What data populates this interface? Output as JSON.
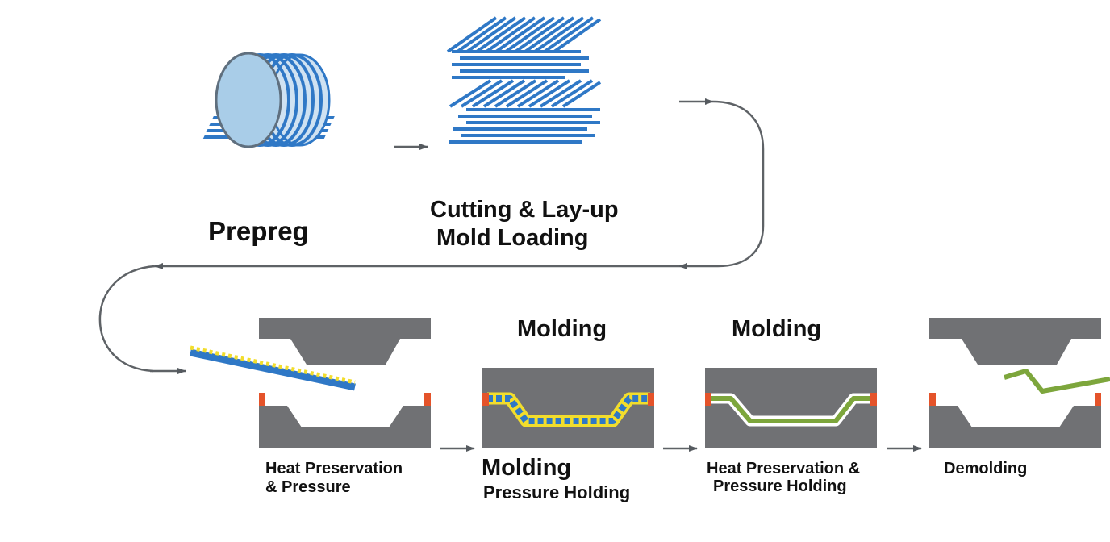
{
  "labels": {
    "prepreg": "Prepreg",
    "cutting_line1": "Cutting & Lay-up",
    "cutting_line2": "Mold Loading",
    "molding_top_1": "Molding",
    "molding_top_2": "Molding",
    "heat_line1": "Heat Preservation",
    "heat_line2": "& Pressure",
    "molding_bottom": "Molding",
    "pressure_holding": "Pressure Holding",
    "heat_hold_line1": "Heat Preservation &",
    "heat_hold_line2": "Pressure Holding",
    "demolding": "Demolding"
  },
  "colors": {
    "mold": "#707174",
    "prepreg_blue": "#2f78c6",
    "roll_face": "#a9cde8",
    "resin_yellow": "#f2dd2c",
    "cured_green": "#7da63c",
    "seal_orange": "#e4532a",
    "connector": "#5e6266"
  }
}
